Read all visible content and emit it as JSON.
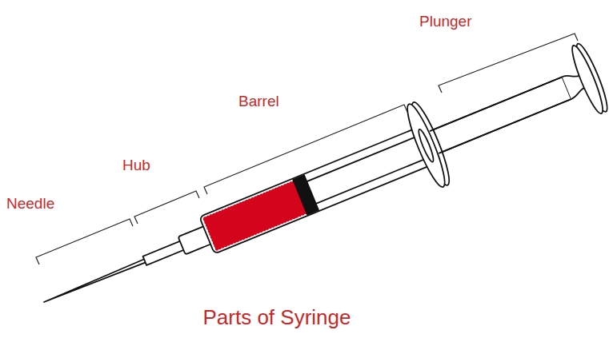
{
  "diagram": {
    "caption": "Parts of Syringe",
    "labels": [
      "Needle",
      "Hub",
      "Barrel",
      "Plunger"
    ]
  }
}
